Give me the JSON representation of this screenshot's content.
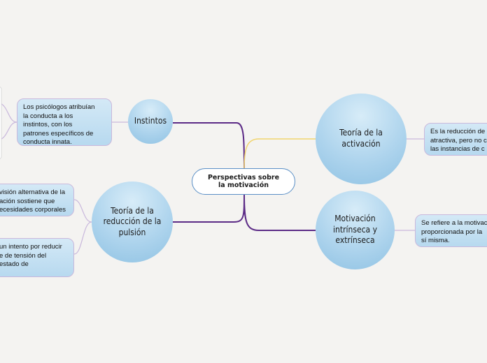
{
  "central": {
    "label_line1": "Perspectivas sobre",
    "label_line2": "la motivación"
  },
  "topics": {
    "instintos": {
      "label": "Instintos"
    },
    "pulsion": {
      "label_line1": "Teoría de la",
      "label_line2": "reducción de la",
      "label_line3": "pulsión"
    },
    "activacion": {
      "label_line1": "Teoría de la",
      "label_line2": "activación"
    },
    "motivacion": {
      "label_line1": "Motivación",
      "label_line2": "intrínseca y",
      "label_line3": "extrínseca"
    }
  },
  "notes": {
    "instintos": {
      "lines": [
        "Los psicólogos atribuían",
        "la conducta a los",
        "instintos, con los",
        "patrones específicos de",
        "conducta innata."
      ]
    },
    "pulsion_1": {
      "lines": [
        "visión alternativa de la",
        "ación sostiene que",
        "ecesidades corporales"
      ]
    },
    "pulsion_2": {
      "lines": [
        "un intento por reducir",
        "e de tensión del",
        "estado de"
      ]
    },
    "activacion": {
      "lines": [
        "Es la reducción de",
        "atractiva, pero no c",
        "las instancias de c"
      ]
    },
    "motivacion": {
      "lines": [
        "Se refiere a la motivac",
        "proporcionada por la",
        "sí misma."
      ]
    }
  },
  "colors": {
    "background": "#f4f3f1",
    "branch_purple": "#5b2a86",
    "branch_yellow": "#f1d46e",
    "connector_light": "#c9b8dc",
    "topic_blue": "#a9d1ec",
    "central_border": "#5a8fc6"
  }
}
